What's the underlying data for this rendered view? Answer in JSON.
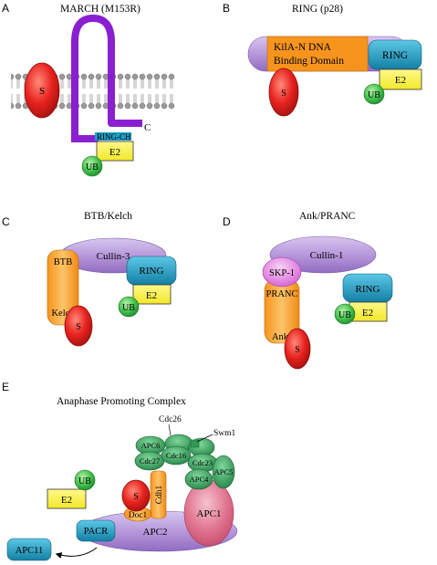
{
  "panels": {
    "a": {
      "letter": "A",
      "title": "MARCH (M153R)",
      "s": "S",
      "c_terminus": "C",
      "ring_ch": "RING-CH",
      "e2": "E2",
      "ub": "UB"
    },
    "b": {
      "letter": "B",
      "title": "RING (p28)",
      "kila_line1": "KilA-N DNA",
      "kila_line2": "Binding Domain",
      "ring": "RING",
      "e2": "E2",
      "ub": "UB",
      "s": "S"
    },
    "c": {
      "letter": "C",
      "title": "BTB/Kelch",
      "cullin": "Cullin-3",
      "btb": "BTB",
      "kelch": "Kelch",
      "ring": "RING",
      "e2": "E2",
      "ub": "UB",
      "s": "S"
    },
    "d": {
      "letter": "D",
      "title": "Ank/PRANC",
      "cullin": "Cullin-1",
      "skp": "SKP-1",
      "pranc": "PRANC",
      "ank": "Ank",
      "ring": "RING",
      "e2": "E2",
      "ub": "UB",
      "s": "S"
    },
    "e": {
      "letter": "E",
      "title": "Anaphase Promoting Complex",
      "cdc26": "Cdc26",
      "swm1": "Swm1",
      "apc6": "APC6",
      "cdc16": "Cdc16",
      "cdc27": "Cdc27",
      "cdc23": "Cdc23",
      "apc4": "APC4",
      "apc5": "APC5",
      "apc1": "APC1",
      "apc2": "APC2",
      "cdh1": "Cdh1",
      "doc1": "Doc1",
      "s": "S",
      "ub": "UB",
      "e2": "E2",
      "pacr": "PACR",
      "apc11": "APC11"
    }
  },
  "colors": {
    "substrate_red": "#e8231f",
    "ubiquitin_green": "#3fbf4a",
    "e2_yellow": "#fbf33a",
    "ring_teal": "#1b9ec4",
    "cullin_purple": "#b08fd6",
    "kelch_orange": "#f7941d",
    "march_violet": "#8a1fd0",
    "apc_green": "#2e9b55",
    "apc1_pink": "#e0738e",
    "skp_magenta": "#e27ee0"
  }
}
